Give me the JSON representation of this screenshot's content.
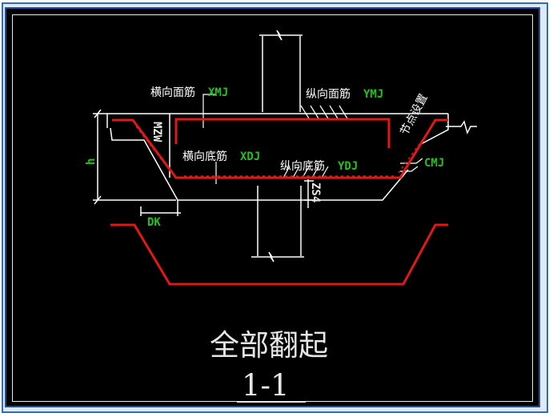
{
  "labels": {
    "transverse_top": "横向面筋",
    "transverse_top_code": "XMJ",
    "longitudinal_top": "纵向面筋",
    "longitudinal_top_code": "YMJ",
    "transverse_bottom": "横向底筋",
    "transverse_bottom_code": "XDJ",
    "longitudinal_bottom": "纵向底筋",
    "longitudinal_bottom_code": "YDJ",
    "slope_rebar": "节点设置",
    "slope_code": "CMJ",
    "height": "h",
    "mzw": "MZW",
    "bottom_width": "DK",
    "zs": "ZS4"
  },
  "title": {
    "main": "全部翻起",
    "section": "1-1"
  },
  "colors": {
    "rebar": "#e01818",
    "code_text": "#22c21c",
    "outline": "#ffffff",
    "background": "#000000",
    "frame": "#1b4e96"
  }
}
